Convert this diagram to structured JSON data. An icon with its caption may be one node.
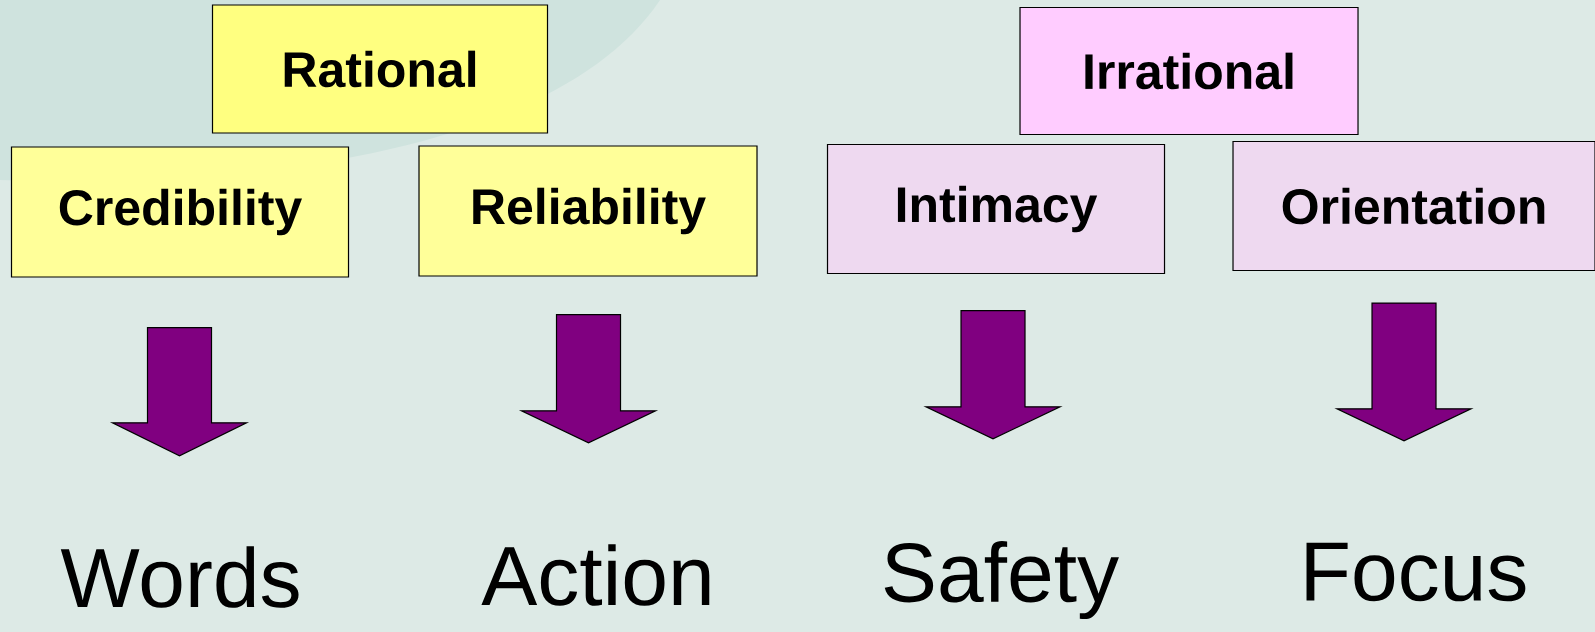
{
  "diagram": {
    "nodes": [
      {
        "text": [
          "Rational"
        ]
      },
      {
        "text": [
          "Credibility"
        ]
      },
      {
        "text": [
          "Reliability"
        ]
      },
      {
        "text": [
          "Irrational"
        ]
      },
      {
        "text": [
          "Intimacy"
        ]
      },
      {
        "text": [
          "Orientation"
        ]
      },
      {
        "text": [
          "Words"
        ]
      },
      {
        "text": [
          "Action"
        ]
      },
      {
        "text": [
          "Safety"
        ]
      },
      {
        "text": [
          "Focus"
        ]
      }
    ],
    "edges": [
      {
        "from": 1,
        "to": 6,
        "arrow": "to"
      },
      {
        "from": 2,
        "to": 7,
        "arrow": "to"
      },
      {
        "from": 4,
        "to": 8,
        "arrow": "to"
      },
      {
        "from": 5,
        "to": 9,
        "arrow": "to"
      }
    ]
  }
}
